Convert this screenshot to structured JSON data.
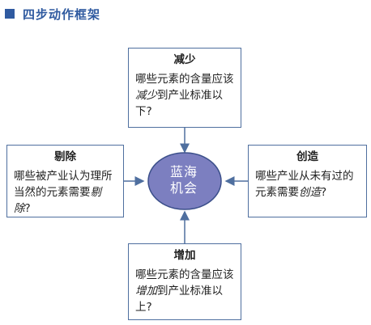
{
  "header": {
    "title": "四步动作框架"
  },
  "center": {
    "line1": "蓝海",
    "line2": "机会"
  },
  "boxes": {
    "reduce": {
      "title": "减少",
      "text_before": "哪些元素的含量应该",
      "emphasis": "减少",
      "text_after": "到产业标准以下?"
    },
    "eliminate": {
      "title": "剔除",
      "text_before": "哪些被产业认为理所当然的元素需要",
      "emphasis": "剔除",
      "text_after": "?"
    },
    "create": {
      "title": "创造",
      "text_before": "哪些产业从未有过的元素需要",
      "emphasis": "创造",
      "text_after": "?"
    },
    "raise": {
      "title": "增加",
      "text_before": "哪些元素的含量应该",
      "emphasis": "增加",
      "text_after": "到产业标准以上?"
    }
  },
  "colors": {
    "accent": "#2f5aa0",
    "ellipse_fill": "#7c7fc0",
    "ellipse_stroke": "#3b4f8a",
    "box_border": "#4f6f9f"
  }
}
